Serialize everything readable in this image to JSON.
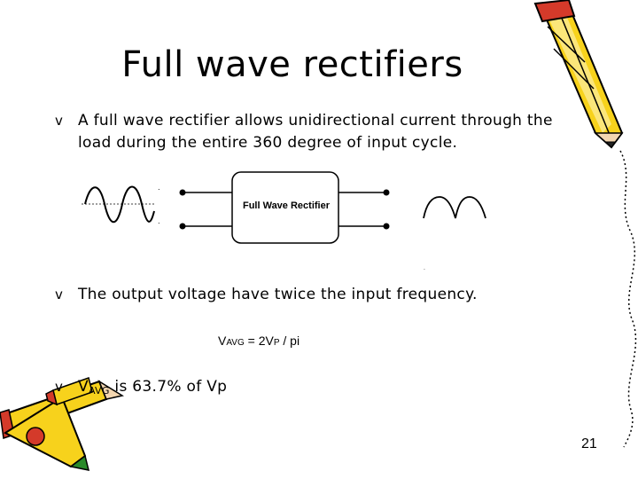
{
  "slide": {
    "title": "Full wave rectifiers",
    "bullets": [
      {
        "marker": "v",
        "text": "A full wave rectifier allows unidirectional current through the load during the entire 360 degree of input cycle."
      },
      {
        "marker": "v",
        "text": "The output voltage have twice the input frequency."
      },
      {
        "marker": "v",
        "prefix": "V",
        "subscript": "AVG",
        "suffix": " is 63.7% of Vp"
      }
    ],
    "diagram": {
      "block_label": "Full Wave Rectifier"
    },
    "formula": {
      "v": "V",
      "avg": "AVG",
      "mid": " = 2V",
      "p": "P",
      "tail": " / pi"
    },
    "page_number": "21"
  }
}
